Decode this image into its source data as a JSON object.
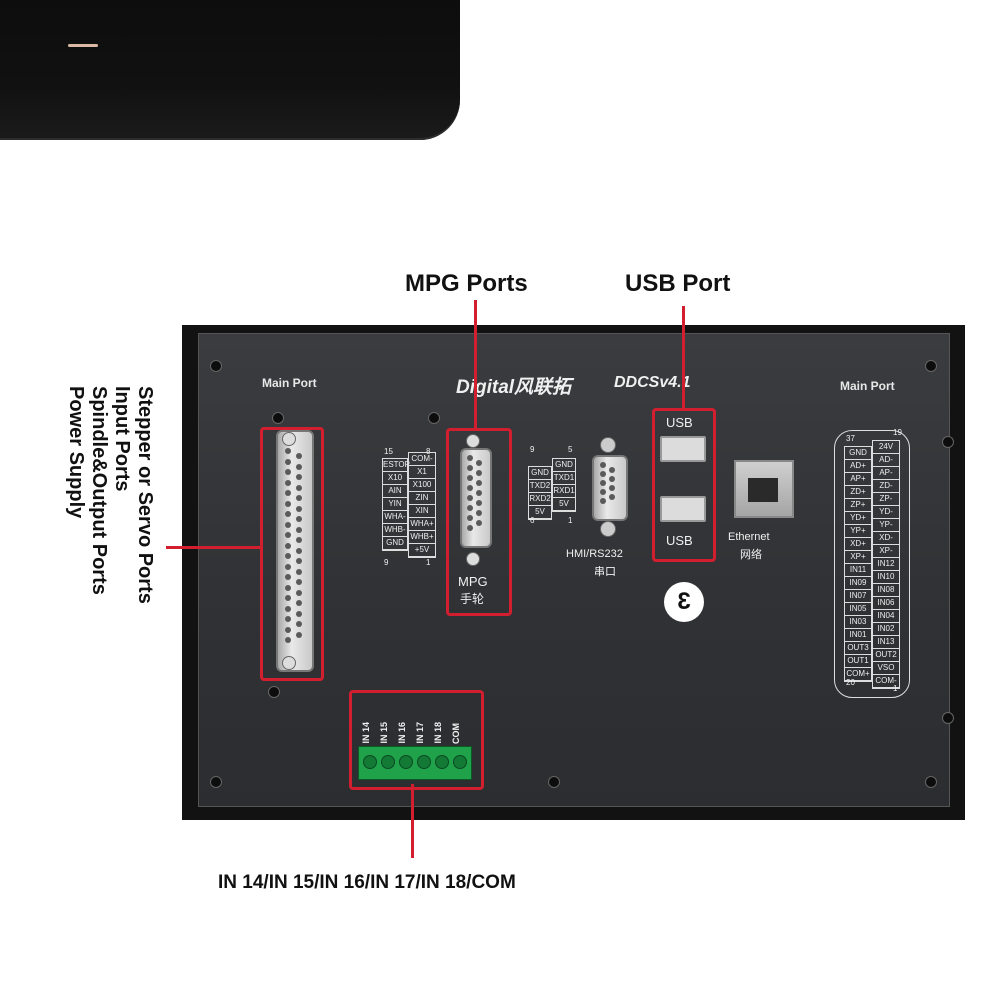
{
  "annotations": {
    "mpg_ports": "MPG Ports",
    "usb_port": "USB Port",
    "left_labels": [
      "Stepper or Servo Ports",
      "Input Ports",
      "Spindle&Output Ports",
      "Power Supply"
    ],
    "bottom_label": "IN 14/IN 15/IN 16/IN 17/IN 18/COM"
  },
  "panel": {
    "brand": "Digital风联拓",
    "model": "DDCSv4.1",
    "main_port_left": "Main Port",
    "main_port_right": "Main Port",
    "mpg_label": "MPG",
    "mpg_label_cn": "手轮",
    "hmi_label": "HMI/RS232",
    "hmi_label_cn": "串口",
    "usb_top": "USB",
    "usb_bottom": "USB",
    "ethernet": "Ethernet",
    "ethernet_cn": "网络",
    "badge": "3",
    "mpg_pin_numbers": {
      "tl": "15",
      "tr": "8",
      "bl": "9",
      "br": "1"
    },
    "mpg_pins_left": [
      "ESTOP",
      "X10",
      "AIN",
      "YIN",
      "WHA-",
      "WHB-",
      "GND"
    ],
    "mpg_pins_right": [
      "COM-",
      "X1",
      "X100",
      "ZIN",
      "XIN",
      "WHA+",
      "WHB+",
      "+5V"
    ],
    "hmi_pin_numbers": {
      "tl": "9",
      "tr": "5",
      "bl": "6",
      "br": "1"
    },
    "hmi_pins_left": [
      "GND",
      "TXD2",
      "RXD2",
      "5V"
    ],
    "hmi_pins_right": [
      "GND",
      "TXD1",
      "RXD1",
      "5V"
    ],
    "main_pin_numbers": {
      "tl": "37",
      "tr": "19",
      "bl": "20",
      "br": "1"
    },
    "main_pins_left": [
      "GND",
      "AD+",
      "AP+",
      "ZD+",
      "ZP+",
      "YD+",
      "YP+",
      "XD+",
      "XP+",
      "IN11",
      "IN09",
      "IN07",
      "IN05",
      "IN03",
      "IN01",
      "OUT3",
      "OUT1",
      "COM+"
    ],
    "main_pins_right": [
      "24V",
      "AD-",
      "AP-",
      "ZD-",
      "ZP-",
      "YD-",
      "YP-",
      "XD-",
      "XP-",
      "IN12",
      "IN10",
      "IN08",
      "IN06",
      "IN04",
      "IN02",
      "IN13",
      "OUT2",
      "VSO",
      "COM-"
    ],
    "terminal_labels": [
      "IN 14",
      "IN 15",
      "IN 16",
      "IN 17",
      "IN 18",
      "COM"
    ]
  },
  "colors": {
    "accent": "#d21f2f",
    "panel": "#303235",
    "terminal": "#1fa24a"
  }
}
